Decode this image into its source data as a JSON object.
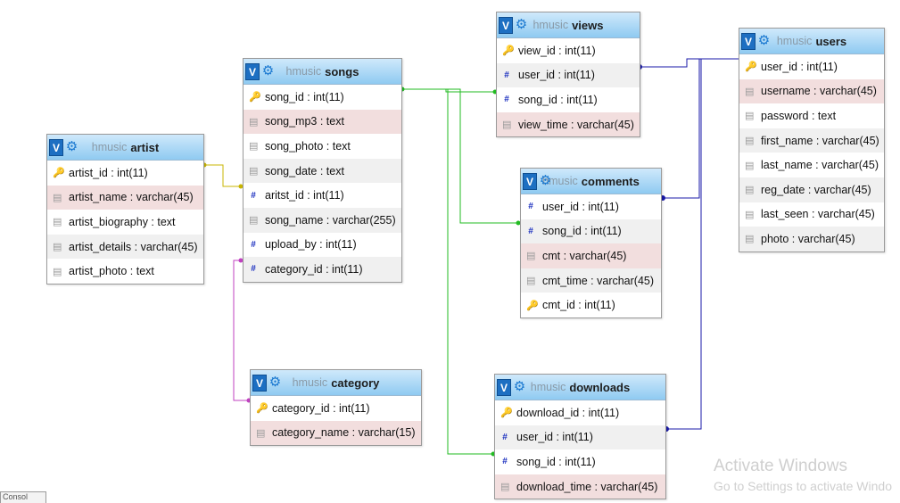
{
  "tables": [
    {
      "db": "hmusic",
      "name": "songs",
      "rows": [
        {
          "text": "song_id : int(11)",
          "icon": "key"
        },
        {
          "text": "song_mp3 : text",
          "icon": "col"
        },
        {
          "text": "song_photo : text",
          "icon": "col"
        },
        {
          "text": "song_date : text",
          "icon": "col"
        },
        {
          "text": "aritst_id : int(11)",
          "icon": "idx"
        },
        {
          "text": "song_name : varchar(255)",
          "icon": "col"
        },
        {
          "text": "upload_by : int(11)",
          "icon": "idx"
        },
        {
          "text": "category_id : int(11)",
          "icon": "idx"
        }
      ]
    },
    {
      "db": "hmusic",
      "name": "artist",
      "rows": [
        {
          "text": "artist_id : int(11)",
          "icon": "key"
        },
        {
          "text": "artist_name : varchar(45)",
          "icon": "col"
        },
        {
          "text": "artist_biography : text",
          "icon": "col"
        },
        {
          "text": "artist_details : varchar(45)",
          "icon": "col"
        },
        {
          "text": "artist_photo : text",
          "icon": "col"
        }
      ]
    },
    {
      "db": "hmusic",
      "name": "views",
      "rows": [
        {
          "text": "view_id : int(11)",
          "icon": "key"
        },
        {
          "text": "user_id : int(11)",
          "icon": "idx"
        },
        {
          "text": "song_id : int(11)",
          "icon": "idx"
        },
        {
          "text": "view_time : varchar(45)",
          "icon": "col"
        }
      ]
    },
    {
      "db": "hmusic",
      "name": "comments",
      "rows": [
        {
          "text": "user_id : int(11)",
          "icon": "idx"
        },
        {
          "text": "song_id : int(11)",
          "icon": "idx"
        },
        {
          "text": "cmt : varchar(45)",
          "icon": "col"
        },
        {
          "text": "cmt_time : varchar(45)",
          "icon": "col"
        },
        {
          "text": "cmt_id : int(11)",
          "icon": "key"
        }
      ]
    },
    {
      "db": "hmusic",
      "name": "users",
      "rows": [
        {
          "text": "user_id : int(11)",
          "icon": "key"
        },
        {
          "text": "username : varchar(45)",
          "icon": "col"
        },
        {
          "text": "password : text",
          "icon": "col"
        },
        {
          "text": "first_name : varchar(45)",
          "icon": "col"
        },
        {
          "text": "last_name : varchar(45)",
          "icon": "col"
        },
        {
          "text": "reg_date : varchar(45)",
          "icon": "col"
        },
        {
          "text": "last_seen : varchar(45)",
          "icon": "col"
        },
        {
          "text": "photo : varchar(45)",
          "icon": "col"
        }
      ]
    },
    {
      "db": "hmusic",
      "name": "category",
      "rows": [
        {
          "text": "category_id : int(11)",
          "icon": "key"
        },
        {
          "text": "category_name : varchar(15)",
          "icon": "col"
        }
      ]
    },
    {
      "db": "hmusic",
      "name": "downloads",
      "rows": [
        {
          "text": "download_id : int(11)",
          "icon": "key"
        },
        {
          "text": "user_id : int(11)",
          "icon": "idx"
        },
        {
          "text": "song_id : int(11)",
          "icon": "idx"
        },
        {
          "text": "download_time : varchar(45)",
          "icon": "col"
        }
      ]
    }
  ],
  "toggle_label": "V",
  "relation_colors": {
    "artist": "#c8b400",
    "category": "#c040c0",
    "song": "#22bb22",
    "user": "#1a1aa8"
  },
  "watermark": {
    "title": "Activate Windows",
    "subtitle": "Go to Settings to activate Windo"
  },
  "tab_stub": "Consol"
}
